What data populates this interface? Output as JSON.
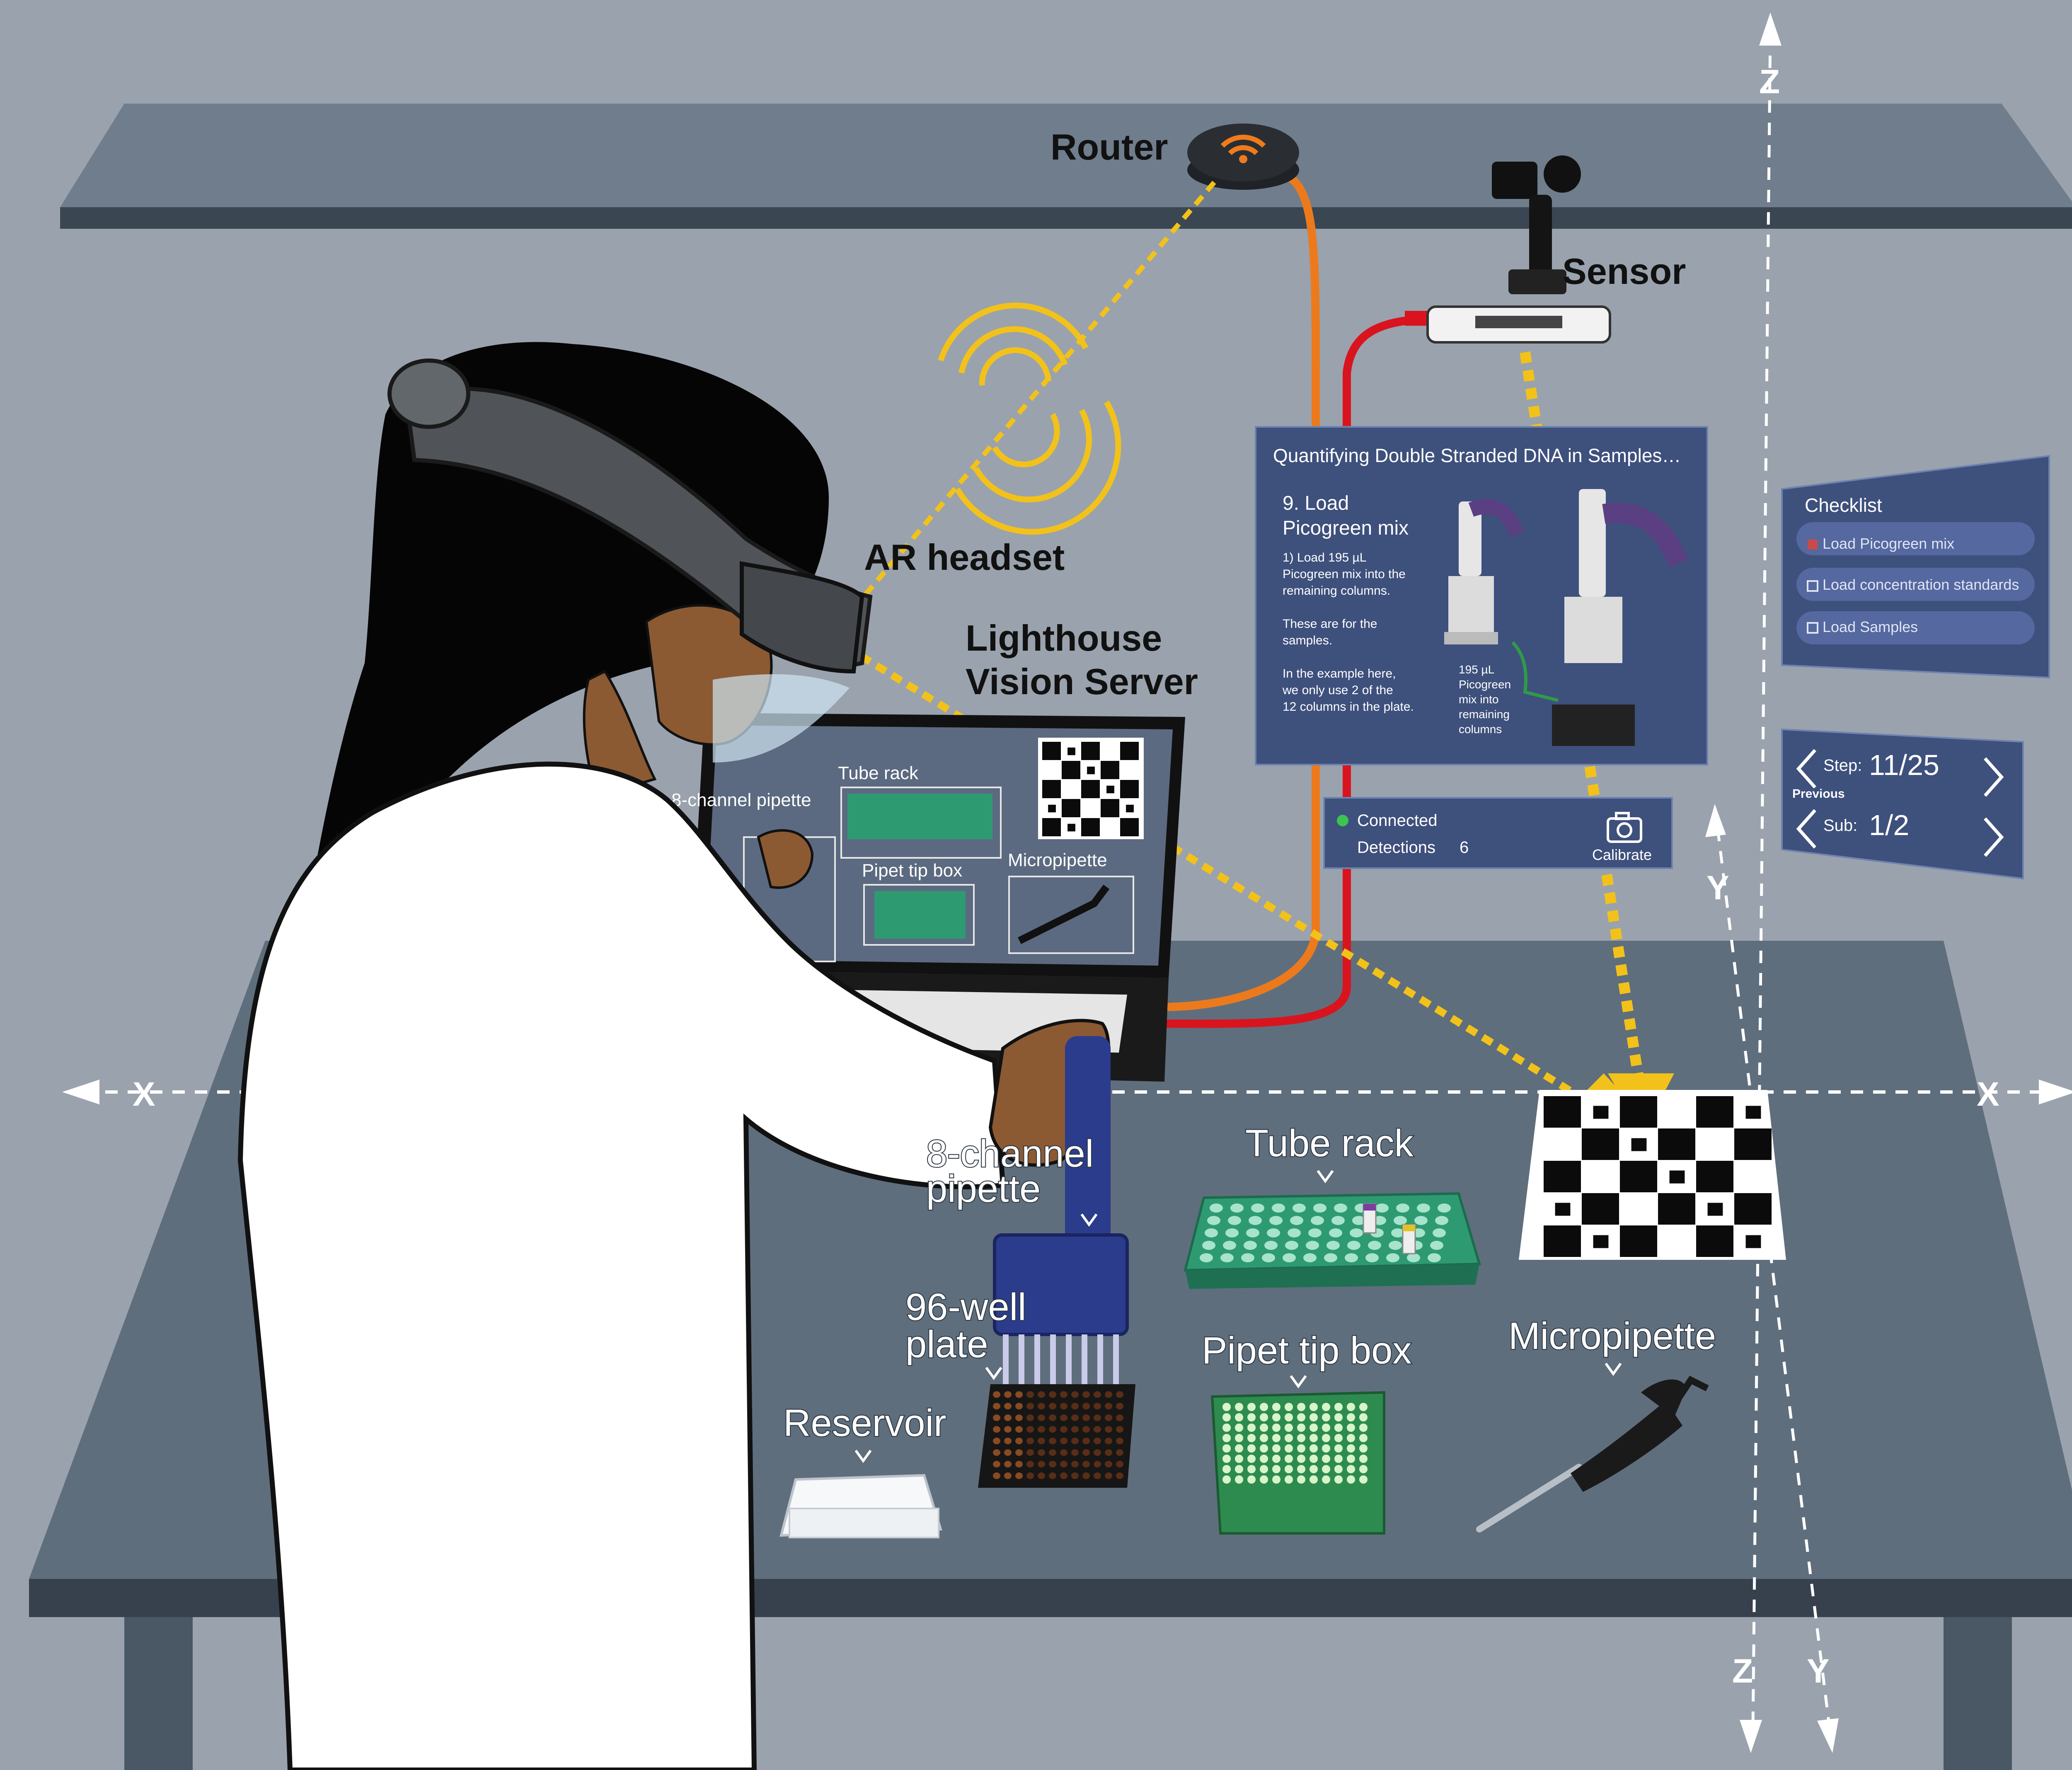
{
  "labels": {
    "router": "Router",
    "sensor": "Sensor",
    "ar_headset": "AR headset",
    "lighthouse_line1": "Lighthouse",
    "lighthouse_line2": "Vision Server"
  },
  "bench_labels": {
    "tube_rack": "Tube rack",
    "eight_channel_line1": "8-channel",
    "eight_channel_line2": "pipette",
    "well_plate_line1": "96-well",
    "well_plate_line2": "plate",
    "pipet_tip_box": "Pipet tip box",
    "micropipette": "Micropipette",
    "reservoir": "Reservoir"
  },
  "laptop_labels": {
    "eight_channel": "8-channel pipette",
    "tube_rack": "Tube rack",
    "pipet_tip_box": "Pipet tip box",
    "micropipette": "Micropipette"
  },
  "axes": {
    "x": "X",
    "y": "Y",
    "z": "Z"
  },
  "protocol_panel": {
    "title": "Quantifying Double Stranded DNA in Samples…",
    "step_heading_line1": "9. Load",
    "step_heading_line2": "Picogreen mix",
    "body_lines": [
      "1) Load 195 µL",
      "Picogreen mix into the",
      "remaining columns.",
      "",
      "These are for the",
      "samples.",
      "",
      "In the example here,",
      "we only use 2 of the",
      "12 columns in the plate."
    ],
    "caption_lines": [
      "195 µL",
      "Picogreen",
      "mix into",
      "remaining",
      "columns"
    ]
  },
  "status_panel": {
    "connected": "Connected",
    "detections_label": "Detections",
    "detections_value": "6",
    "calibrate": "Calibrate"
  },
  "checklist": {
    "title": "Checklist",
    "items": [
      "Load Picogreen mix",
      "Load concentration standards",
      "Load Samples"
    ]
  },
  "step_nav": {
    "step_label": "Step:",
    "step_value": "11/25",
    "previous": "Previous",
    "sub_label": "Sub:",
    "sub_value": "1/2"
  },
  "colors": {
    "background": "#9aa2ad",
    "shelf": "#6f7d8c",
    "bench": "#5f6e7d",
    "panel": "#3e507c",
    "signal": "#f2c21a",
    "cable_orange": "#ec7a1c",
    "cable_red": "#d9141f",
    "plate_green": "#2e9a72"
  }
}
